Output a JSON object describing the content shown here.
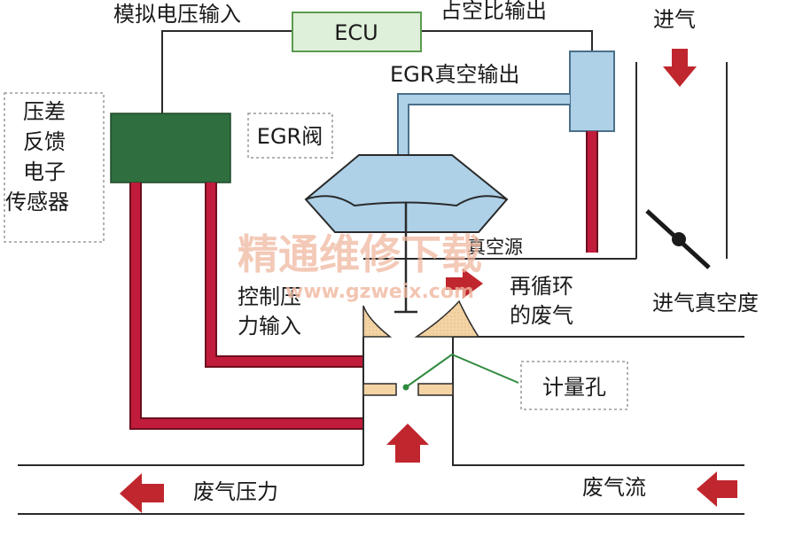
{
  "labels": {
    "analog_voltage_input": "模拟电压输入",
    "ecu": "ECU",
    "duty_cycle_output": "占空比输出",
    "intake": "进气",
    "egr_vacuum_output": "EGR真空输出",
    "egr_valve": "EGR阀",
    "sensor_lines": [
      "压差",
      "反馈",
      "电子",
      "传感器"
    ],
    "vacuum_source": "真空源",
    "control_pressure_lines": [
      "控制压",
      "力输入"
    ],
    "recirculated_exhaust_lines": [
      "再循环",
      "的废气"
    ],
    "intake_vacuum": "进气真空度",
    "metering_orifice": "计量孔",
    "exhaust_pressure": "废气压力",
    "exhaust_flow": "废气流"
  },
  "watermark": {
    "text": "精通维修下载",
    "url": "www.gzweix.com"
  },
  "colors": {
    "ecu_fill": "#dff0da",
    "ecu_border": "#5a9a50",
    "sensor_fill": "#2f6e3e",
    "red_tube": "#c11c3b",
    "blue_tube": "#aed1e8",
    "blue_border": "#4a6f8a",
    "orange_fill": "#f4d4a4",
    "arrow_red": "#c0262d",
    "label_box_border": "#9a9a9a"
  }
}
